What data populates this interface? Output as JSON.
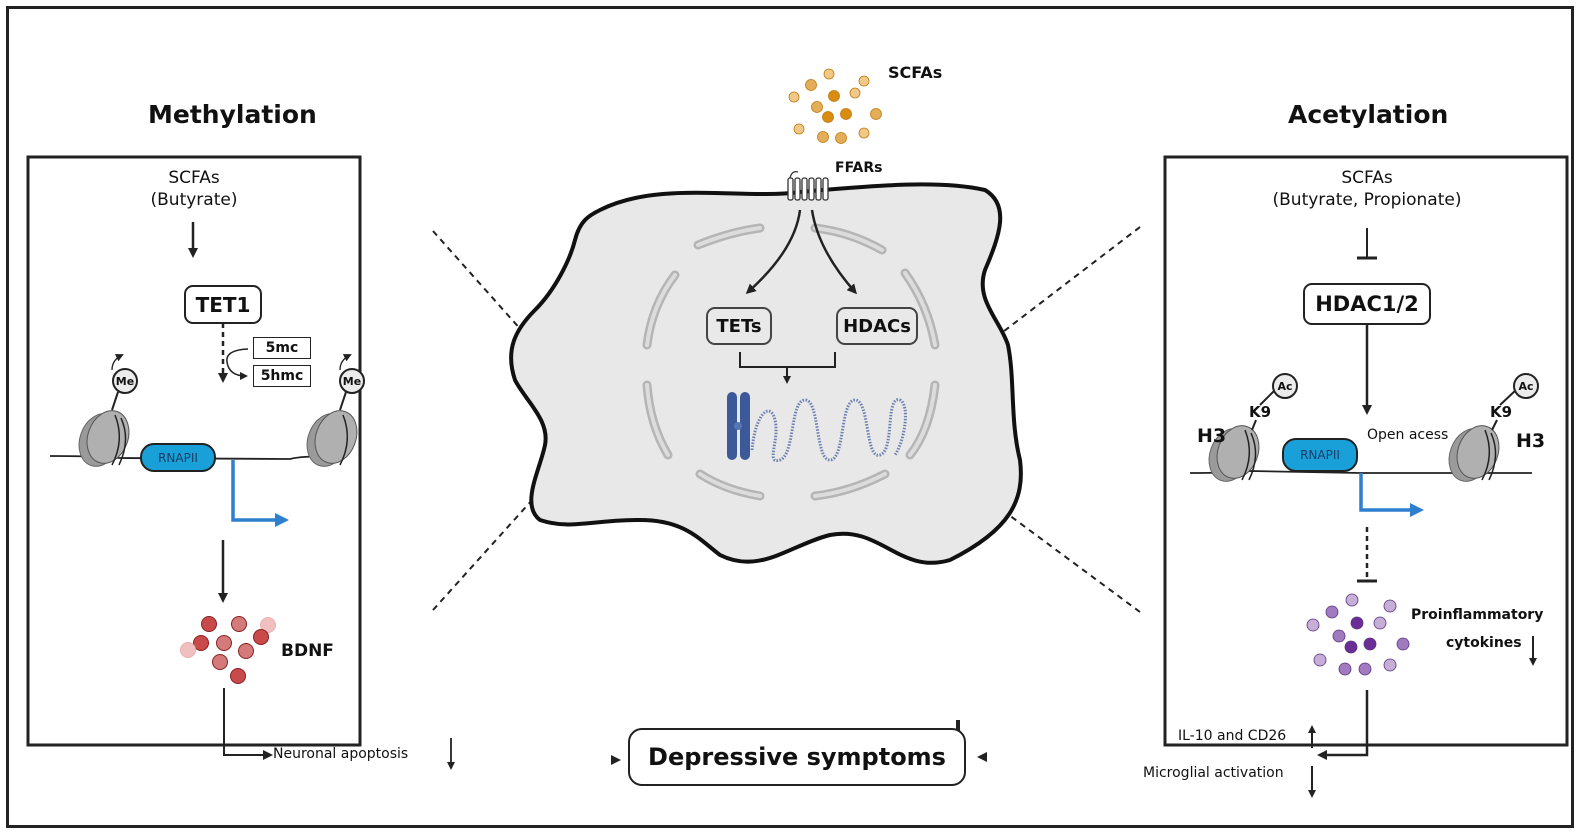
{
  "sections": {
    "methylation": {
      "title": "Methylation",
      "source_line1": "SCFAs",
      "source_line2": "(Butyrate)",
      "enzyme": "TET1",
      "substrate": "5mc",
      "product": "5hmc",
      "mark_label": "Me",
      "polymerase": "RNAPII",
      "output": "BDNF",
      "effect": "Neuronal apoptosis",
      "effect_direction": "down"
    },
    "center": {
      "ligand": "SCFAs",
      "receptor": "FFARs",
      "enzyme_left": "TETs",
      "enzyme_right": "HDACs"
    },
    "acetylation": {
      "title": "Acetylation",
      "source_line1": "SCFAs",
      "source_line2": "(Butyrate, Propionate)",
      "enzyme": "HDAC1/2",
      "mark_label": "Ac",
      "residue": "K9",
      "histone": "H3",
      "polymerase": "RNAPII",
      "chromatin_state": "Open acess",
      "output_line1": "Proinflammatory",
      "output_line2": "cytokines",
      "output_direction": "down",
      "effect_up": "IL-10 and CD26",
      "effect_down": "Microglial activation"
    },
    "outcome": {
      "label": "Depressive symptoms",
      "direction": "down"
    }
  },
  "colors": {
    "polymerase": "#1aa0d8",
    "transcription_arrow": "#2f7fcf",
    "bdnf": "#c8464a",
    "scfa": "#e0a440",
    "cytokine": "#8a5aa6",
    "chromosome": "#3c5a9a",
    "cell_fill": "#e8e8e8"
  }
}
